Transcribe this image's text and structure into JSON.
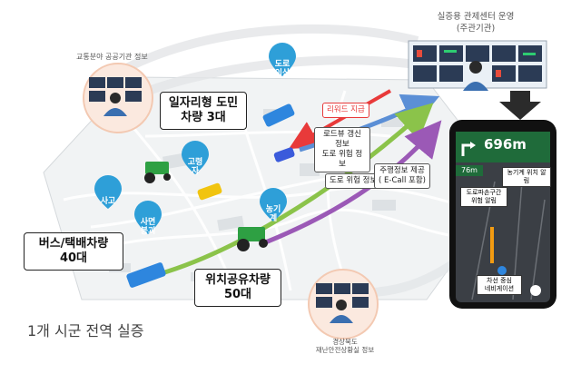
{
  "title_caption": "1개 시군 전역 실증",
  "control_center": {
    "title": "실증용 관제센터 운영",
    "subtitle": "(주관기관)"
  },
  "info_sources": {
    "transport": "교통분야 공공기관 정보",
    "disaster": "경상북도\n재난안전상황실 정보"
  },
  "vehicle_boxes": {
    "jobs": "일자리형 도민 차량 3대",
    "bus_taxi": "버스/택배차량\n40대",
    "location_share": "위치공유차량\n50대"
  },
  "flow_labels": {
    "reward": "리워드 지급",
    "road_view": "로드뷰 갱신 정보\n도로 위험 정보",
    "road_danger": "도로 위험 정보",
    "driving_info": "주행정보 제공\n( E-Call 포함)"
  },
  "pins": [
    {
      "label": "도로\n이상",
      "color": "#2e9fd8"
    },
    {
      "label": "고령\n자",
      "color": "#2e9fd8"
    },
    {
      "label": "사고",
      "color": "#2e9fd8"
    },
    {
      "label": "사면\n붕괴",
      "color": "#2e9fd8"
    },
    {
      "label": "농기\n계",
      "color": "#2e9fd8"
    }
  ],
  "phone": {
    "distance": "696m",
    "distance_small": "76m",
    "notes": {
      "farm_vehicle": "농기계 위치 알림",
      "road_damage": "도로파손구간\n위험 알림",
      "lane_nav": "차선 중심\n네비게이션"
    }
  },
  "colors": {
    "reward_arrow": "#e83a3a",
    "road_view_arrow": "#5b8fd6",
    "road_danger_arrow": "#8bc34a",
    "driving_arrow": "#9b59b6",
    "pin": "#2e9fd8"
  }
}
